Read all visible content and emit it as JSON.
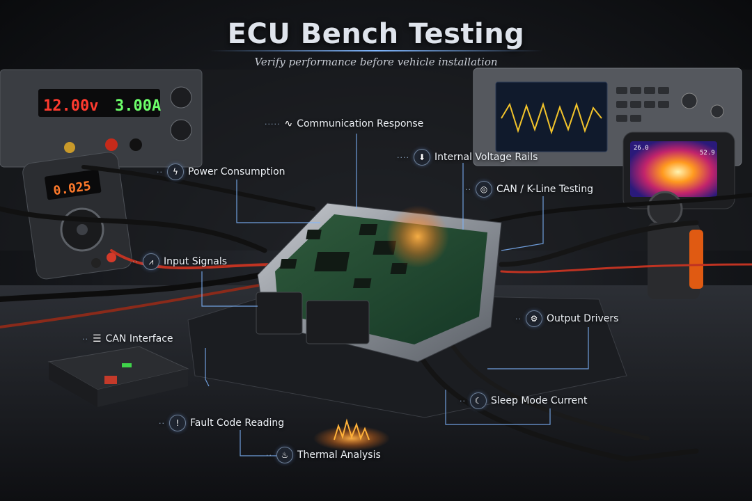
{
  "header": {
    "title": "ECU Bench Testing",
    "subtitle": "Verify performance before vehicle installation"
  },
  "devices": {
    "power_supply_voltage": "12.00v",
    "power_supply_current": "3.00A",
    "multimeter_reading": "0.025",
    "thermal_camera_left": "26.0",
    "thermal_camera_right": "52.9"
  },
  "callouts": {
    "communication_response": "Communication Response",
    "internal_voltage_rails": "Internal Voltage Rails",
    "power_consumption": "Power Consumption",
    "can_kline_testing": "CAN / K-Line Testing",
    "input_signals": "Input Signals",
    "output_drivers": "Output Drivers",
    "can_interface": "CAN Interface",
    "sleep_mode_current": "Sleep Mode Current",
    "fault_code_reading": "Fault Code Reading",
    "thermal_analysis": "Thermal Analysis"
  },
  "colors": {
    "voltage_red": "#ff3b2f",
    "current_green": "#6dff6a",
    "multimeter_orange": "#ff7a2b",
    "accent_orange": "#ff8a1e",
    "leader_line_blue": "#7fb6ff"
  },
  "icons": {
    "communication_response": "waveform-icon",
    "internal_voltage_rails": "downward-bolt-shield-icon",
    "power_consumption": "lightning-bolt-icon",
    "can_kline_testing": "target-ring-icon",
    "input_signals": "signal-pulse-icon",
    "output_drivers": "gear-icon",
    "can_interface": "bus-connector-icon",
    "sleep_mode_current": "crescent-moon-icon",
    "fault_code_reading": "exclamation-icon",
    "thermal_analysis": "flame-icon"
  }
}
